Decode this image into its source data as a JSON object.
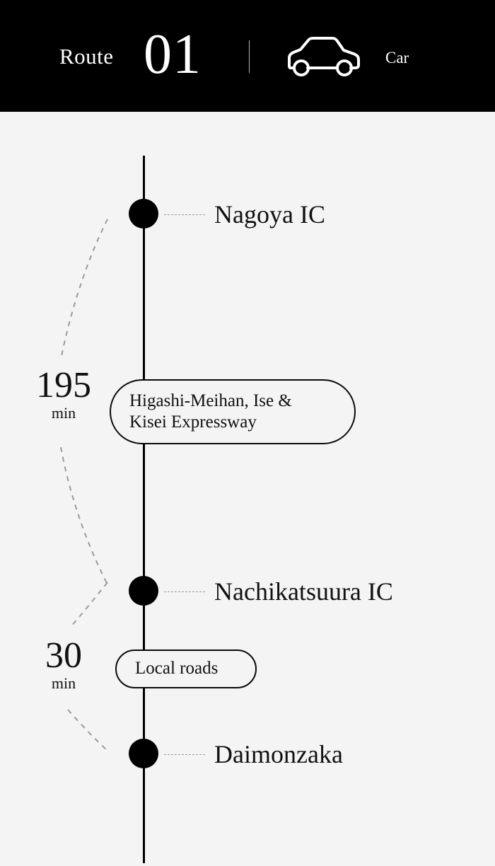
{
  "header": {
    "route_word": "Route",
    "route_number": "01",
    "mode_label": "Car",
    "mode_icon": "car-icon",
    "background": "#000000",
    "text_color": "#ffffff"
  },
  "theme": {
    "page_background": "#f4f4f4",
    "line_color": "#000000",
    "dashed_color": "#9a9a9a",
    "text_color": "#111111"
  },
  "timeline": {
    "stops": [
      {
        "name": "Nagoya IC"
      },
      {
        "name": "Nachikatsuura IC"
      },
      {
        "name": "Daimonzaka"
      }
    ],
    "legs": [
      {
        "duration_value": "195",
        "duration_unit": "min",
        "mode_text": "Higashi-Meihan, Ise &",
        "mode_text_line2": "Kisei Expressway"
      },
      {
        "duration_value": "30",
        "duration_unit": "min",
        "mode_text": "Local roads",
        "mode_text_line2": ""
      }
    ]
  }
}
